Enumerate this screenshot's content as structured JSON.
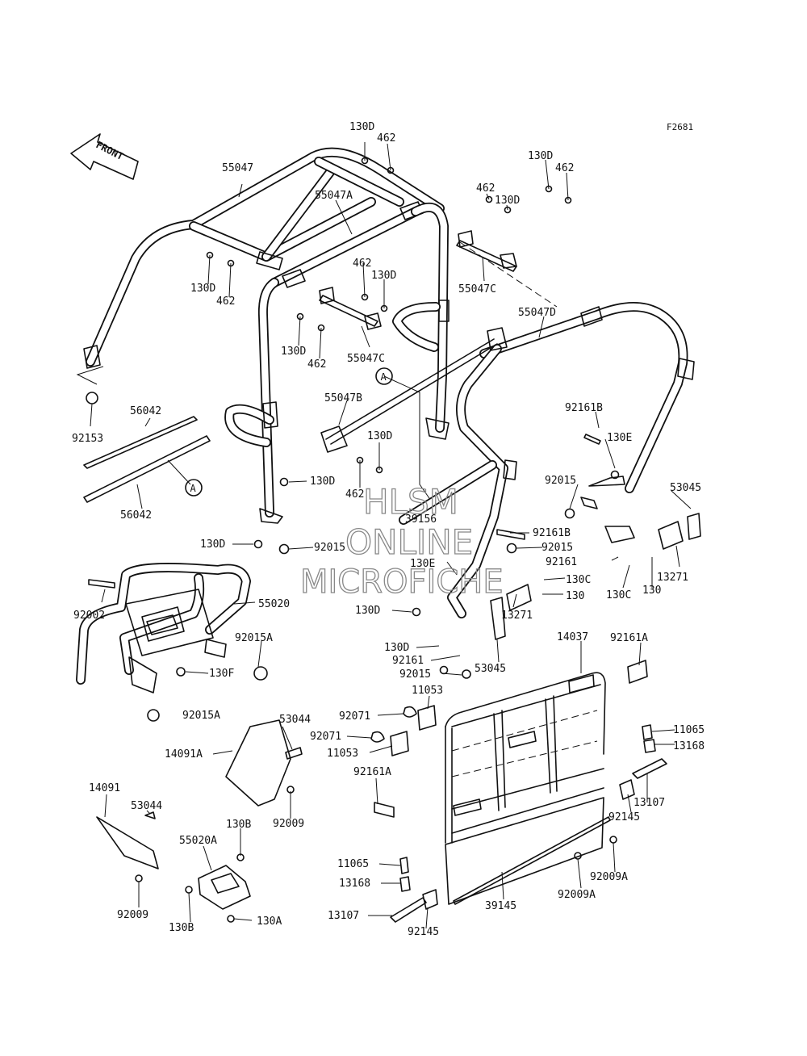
{
  "figure_code": "F2681",
  "front_arrow_text": "FRONT",
  "callout_symbol": "A",
  "watermark": {
    "line1": "HLSM",
    "line2": "ONLINE",
    "line3": "MICROFICHE"
  },
  "part_labels": [
    "130D",
    "462",
    "130D",
    "462",
    "462",
    "130D",
    "55047",
    "55047A",
    "130D",
    "462",
    "462",
    "130D",
    "130D",
    "462",
    "55047C",
    "55047C",
    "55047D",
    "55047B",
    "92161B",
    "130E",
    "92015",
    "53045",
    "92153",
    "56042",
    "56042",
    "130D",
    "462",
    "130D",
    "39156",
    "130D",
    "92015",
    "92161B",
    "92015",
    "130E",
    "92161",
    "130C",
    "130",
    "130C",
    "130",
    "13271",
    "13271",
    "92002",
    "55020",
    "130D",
    "92015A",
    "130F",
    "130D",
    "92161",
    "92015",
    "53045",
    "14037",
    "92161A",
    "11053",
    "92015A",
    "53044",
    "92071",
    "11065",
    "92071",
    "13168",
    "14091A",
    "11053",
    "92161A",
    "13107",
    "92009",
    "92145",
    "14091",
    "53044",
    "130B",
    "55020A",
    "11065",
    "92009A",
    "13168",
    "92009A",
    "39145",
    "92009",
    "130B",
    "130A",
    "13107",
    "92145"
  ]
}
